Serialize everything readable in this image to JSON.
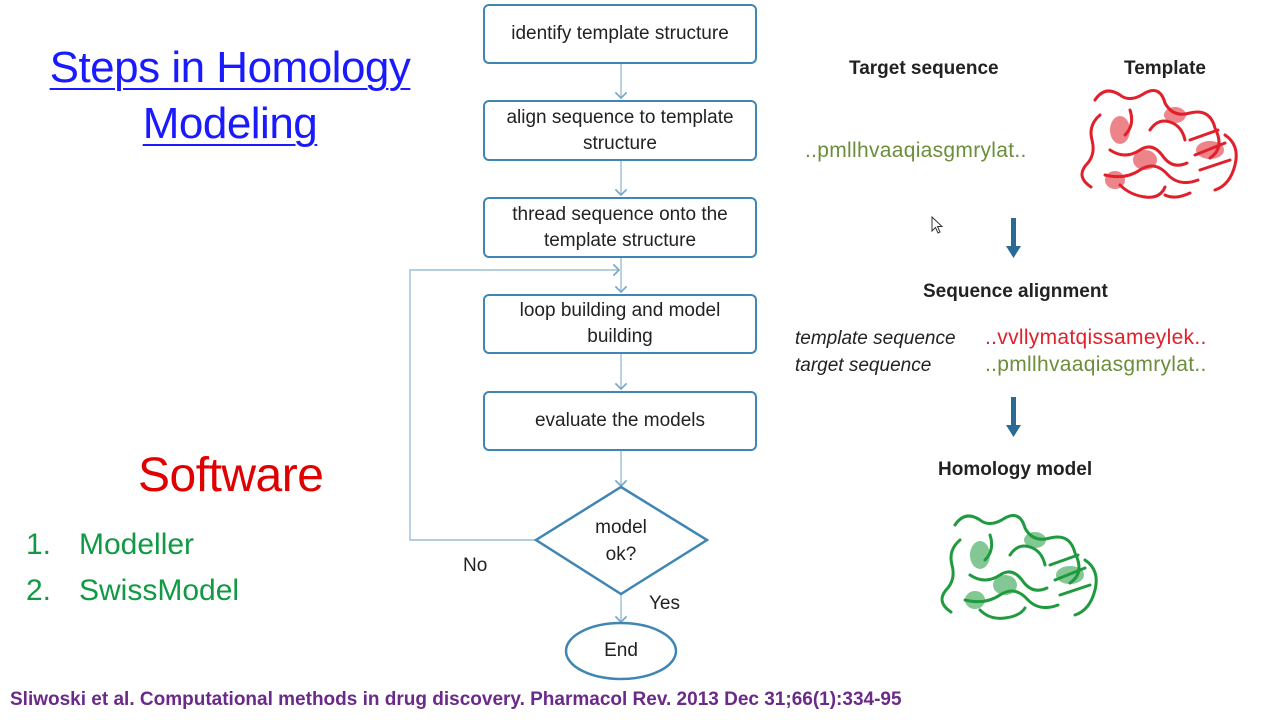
{
  "title": {
    "line1": "Steps in Homology",
    "line2": "Modeling"
  },
  "software": {
    "heading": "Software",
    "items": [
      {
        "num": "1.",
        "name": "Modeller"
      },
      {
        "num": "2.",
        "name": "SwissModel"
      }
    ]
  },
  "flowchart": {
    "steps": [
      "identify template structure",
      "align sequence to template structure",
      "thread sequence onto the template structure",
      "loop building and model building",
      "evaluate the models"
    ],
    "decision": "model ok?",
    "no_label": "No",
    "yes_label": "Yes",
    "end": "End"
  },
  "illustration": {
    "target_header": "Target sequence",
    "template_header": "Template",
    "target_seq": "..pmllhvaaqiasgmrylat..",
    "alignment_header": "Sequence alignment",
    "template_seq_label": "template sequence",
    "template_seq": "..vvllymatqissameylek..",
    "target_seq_label": "target sequence",
    "target_seq_aligned": "..pmllhvaaqiasgmrylat..",
    "model_header": "Homology model",
    "colors": {
      "template": "#e0202a",
      "model": "#1f9a3e",
      "arrow": "#2a6a96"
    }
  },
  "citation": "Sliwoski et al. Computational methods in drug discovery. Pharmacol Rev. 2013 Dec 31;66(1):334-95"
}
